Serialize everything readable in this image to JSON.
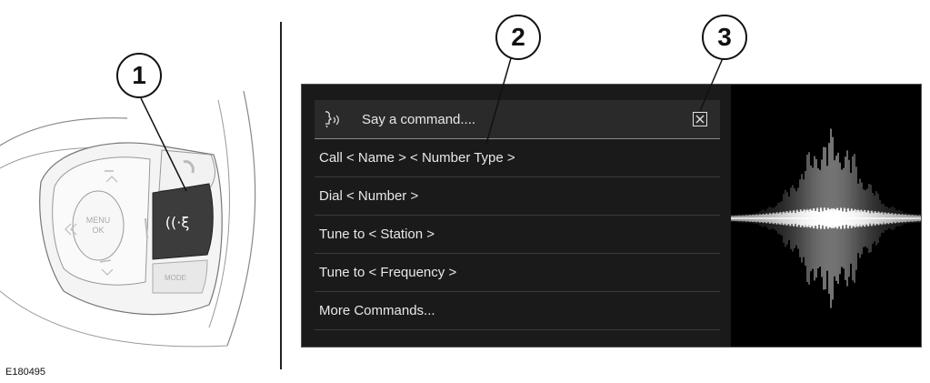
{
  "callouts": {
    "c1": "1",
    "c2": "2",
    "c3": "3"
  },
  "figure_id": "E180495",
  "wheel_controls": {
    "menu_label_line1": "MENU",
    "menu_label_line2": "OK",
    "mode_label": "MODE"
  },
  "voice_panel": {
    "header_text": "Say a command....",
    "header_icon": "voice-speech-icon",
    "close_icon": "close-icon",
    "commands": [
      "Call < Name > < Number Type >",
      "Dial < Number >",
      "Tune to < Station >",
      "Tune to < Frequency >",
      "More Commands..."
    ]
  },
  "colors": {
    "panel_bg": "#1a1a1a",
    "header_bg": "#2a2a2a",
    "voice_button": "#3c3c3c",
    "waveform": "#ffffff"
  }
}
